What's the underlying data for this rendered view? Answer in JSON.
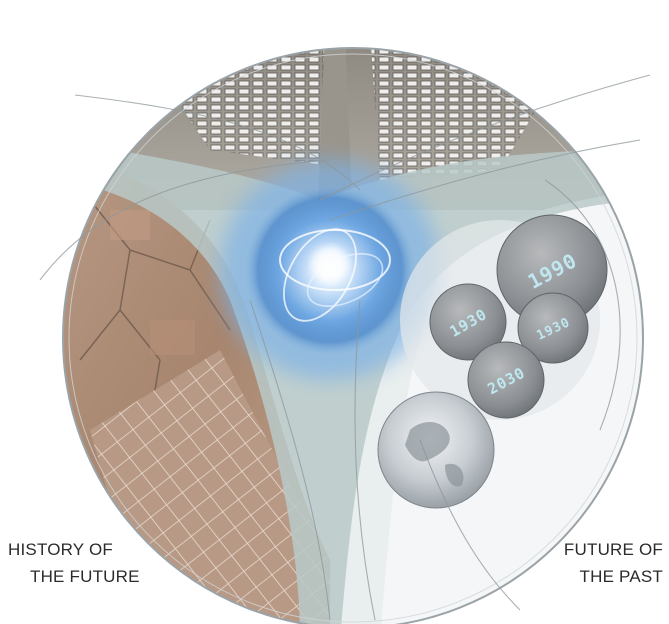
{
  "captions": {
    "left": {
      "line1": "HISTORY OF",
      "line2": "THE FUTURE"
    },
    "right": {
      "line1": "FUTURE OF",
      "line2": "THE PAST"
    }
  },
  "coins": [
    {
      "label": "1990",
      "icon": "coin-icon"
    },
    {
      "label": "1930",
      "icon": "coin-icon"
    },
    {
      "label": "1930",
      "icon": "coin-icon"
    },
    {
      "label": "2030",
      "icon": "coin-icon"
    }
  ],
  "icons": [
    "energy-orb-icon",
    "cracked-earth-icon",
    "grid-field-icon",
    "satellite-rows-icon",
    "earth-globe-icon"
  ],
  "colors": {
    "background": "#ffffff",
    "frame": "#9aa3a8",
    "core_blue": "#5a9ad8",
    "earth": "#a88770",
    "channel": "#b8c9c8",
    "text": "#2b2b2b"
  }
}
